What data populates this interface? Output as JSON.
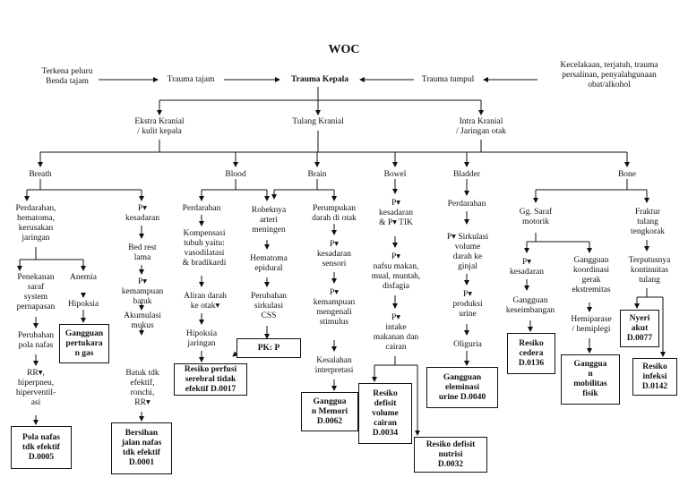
{
  "title": "WOC",
  "top": {
    "cause_left": "Terkena peluru\nBenda tajam",
    "trauma_tajam": "Trauma tajam",
    "trauma_kepala": "Trauma Kepala",
    "trauma_tumpul": "Trauma tumpul",
    "cause_right": "Kecelakaan, terjatuh, trauma\npersalinan, penyalahgunaan\nobat/alkohol"
  },
  "level2": {
    "ekstra": "Ekstra Kranial\n/ kulit kepala",
    "tulang": "Tulang Kranial",
    "intra": "Intra Kranial\n/ Jaringan otak"
  },
  "categories": {
    "breath": "Breath",
    "blood": "Blood",
    "brain": "Brain",
    "bowel": "Bowel",
    "bladder": "Bladder",
    "bone": "Bone"
  },
  "breath": {
    "perdarahan": "Perdarahan,\nhematoma,\nkerusakan\njaringan",
    "penekanan": "Penekanan\nsaraf\nsystem\npernapasan",
    "perubahan_pola": "Perubahan\npola nafas",
    "rr": "RR▾,\nhiperpneu,\nhiperventil-\nasi",
    "anemia": "Anemia",
    "hipoksia": "Hipoksia",
    "p_kesadaran": "P▾\nkesadaran",
    "bed_rest": "Bed rest\nlama",
    "p_batuk": "P▾\nkemampuan\nbatuk",
    "akumulasi": "Akumulasi\nmukus",
    "batuk_tdk": "Batuk tdk\nefektif,\nronchi,\nRR▾"
  },
  "blood": {
    "perdarahan": "Perdarahan",
    "kompensasi": "Kompensasi\ntubuh yaitu:\nvasodilatasi\n& bradikardi",
    "aliran": "Aliran darah\nke otak▾",
    "hipoksia_jar": "Hipoksia\njaringan",
    "robeknya": "Robeknya\narteri\nmeningen",
    "hematoma_epi": "Hematoma\nepidural",
    "perubahan_css": "Perubahan\nsirkulasi\nCSS"
  },
  "brain": {
    "perumpukan": "Perumpukan\ndarah di otak",
    "p_sensori": "P▾\nkesadaran\nsensori",
    "p_mengenali": "P▾\nkemampuan\nmengenali\nstimulus",
    "kesalahan": "Kesalahan\ninterpretasi"
  },
  "bowel": {
    "p_tik": "P▾\nkesadaran\n& P▾ TIK",
    "p_nafsu": "P▾\nnafsu makan,\nmual, muntah,\ndisfagia",
    "p_intake": "P▾\nintake\nmakanan dan\ncairan"
  },
  "bladder": {
    "perdarahan": "Perdarahan",
    "p_sirkulasi": "P▾ Sirkulasi\nvolume\ndarah ke\nginjal",
    "p_produksi": "P▾\nproduksi\nurine",
    "oliguria": "Oliguria"
  },
  "bone": {
    "gg_saraf": "Gg. Saraf\nmotorik",
    "p_kesadaran": "P▾\nkesadaran",
    "gg_keseimbangan": "Gangguan\nkeseimbangan",
    "gg_koordinasi": "Gangguan\nkoordinasi\ngerak\nekstremitas",
    "hemiparase": "Hemiparase\n/ hemiplegi",
    "fraktur": "Fraktur\ntulang\ntengkorak",
    "terputusnya": "Terputusnya\nkontinuitas\ntulang"
  },
  "diagnoses": {
    "pola_nafas": "Pola nafas\ntdk efektif\nD.0005",
    "pertukaran_gas": "Gangguan\npertukara\nn gas",
    "bersihan": "Bersihan\njalan nafas\ntdk efektif\nD.0001",
    "perfusi": "Resiko perfusi\nserebral tidak\nefektif D.0017",
    "pk_tik": "PK: P",
    "memori": "Ganggua\nn Memori\nD.0062",
    "volume_cairan": "Resiko\ndefisit\nvolume\ncairan\nD.0034",
    "nutrisi": "Resiko defisit\nnutrisi\nD.0032",
    "eleminasi": "Gangguan\neleminasi\nurine D.0040",
    "cedera": "Resiko\ncedera\nD.0136",
    "mobilitas": "Ganggua\nn\nmobilitas\nfisik",
    "nyeri": "Nyeri\nakut\nD.0077",
    "infeksi": "Resiko\ninfeksi\nD.0142"
  }
}
